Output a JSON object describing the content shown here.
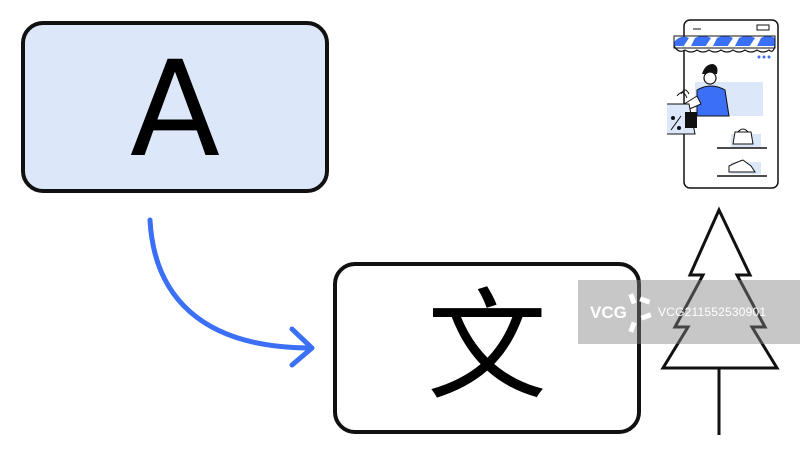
{
  "cards": {
    "source_glyph": "A",
    "target_glyph": "文"
  },
  "watermark": {
    "brand": "VCG",
    "id_text": "VCG211552530901"
  },
  "colors": {
    "card_source_fill": "#dde7fa",
    "arrow_blue": "#3b6ff5",
    "outline": "#111111"
  },
  "icons": [
    "curved-arrow-icon",
    "pine-tree-icon",
    "phone-shop-illustration"
  ]
}
